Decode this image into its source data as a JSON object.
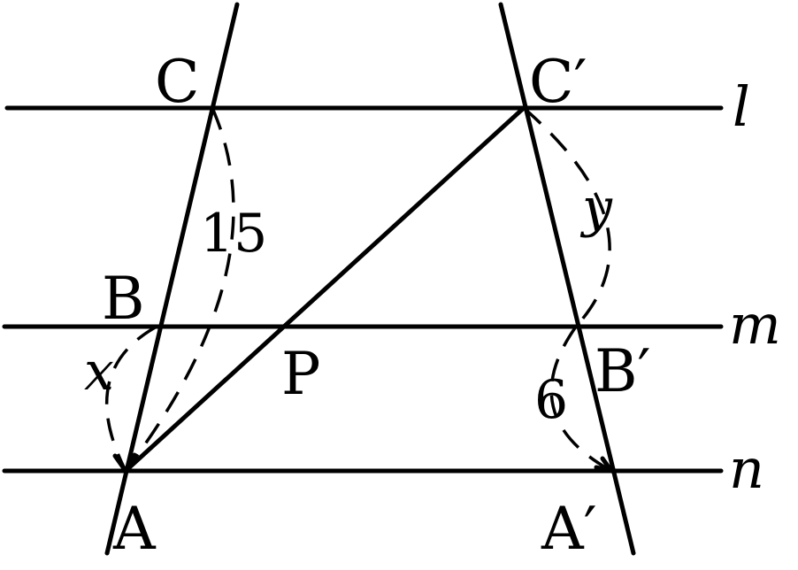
{
  "lines": {
    "l": "l",
    "m": "m",
    "n": "n"
  },
  "points": {
    "A": "A",
    "B": "B",
    "C": "C",
    "A_prime": "A′",
    "B_prime": "B′",
    "C_prime": "C′",
    "P": "P"
  },
  "lengths": {
    "AB": "x",
    "AC": "15",
    "C_prime_B_prime": "y",
    "B_prime_A_prime": "6"
  }
}
